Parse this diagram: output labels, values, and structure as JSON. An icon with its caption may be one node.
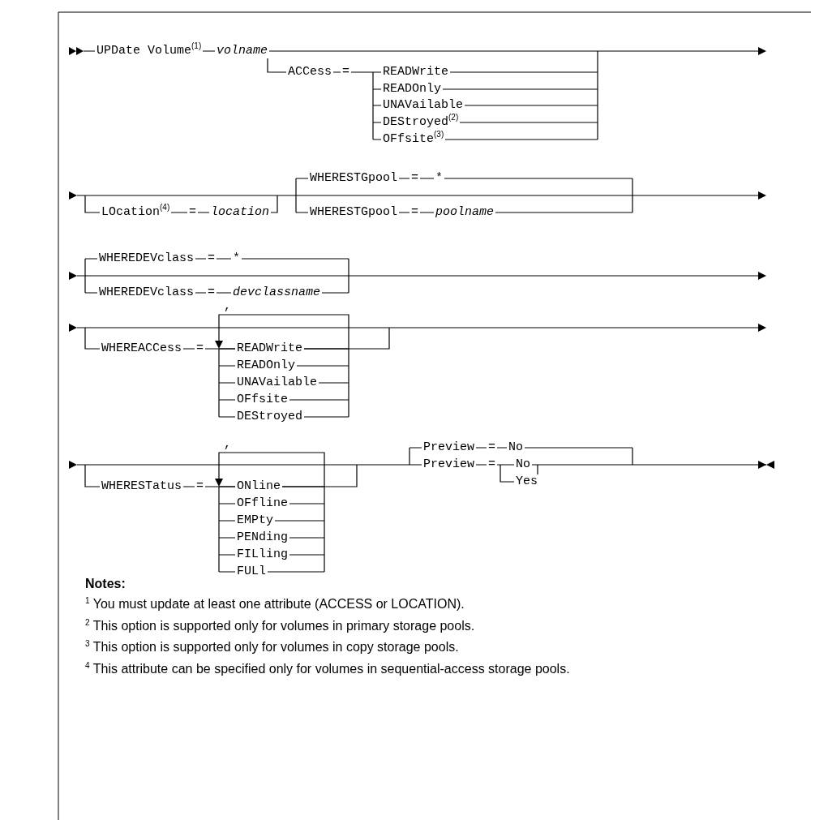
{
  "diagram": {
    "labels": [
      "UPDate Volume$^{(1)}$",
      "volname",
      "ACCess",
      "=",
      "READWrite",
      "READOnly",
      "UNAVailable",
      "DEStroyed$^{(2)}$",
      "OFfsite$^{(3)}$",
      "LOcation$^{(4)}$",
      "=",
      "location",
      "WHERESTGpool",
      "=",
      "*",
      "WHERESTGpool",
      "=",
      "poolname",
      "WHEREDEVclass",
      "=",
      "*",
      "WHEREDEVclass",
      "=",
      "devclassname",
      "WHEREACCess",
      "=",
      ",",
      "READWrite",
      "READOnly",
      "UNAVailable",
      "OFfsite",
      "DEStroyed",
      "WHERESTatus",
      "=",
      ",",
      "ONline",
      "OFfline",
      "EMPty",
      "PENding",
      "FILling",
      "FULl",
      "Preview",
      "=",
      "No",
      "Preview",
      "=",
      "No",
      "Yes",
      "Notes:",
      "$^{1}$ You must update at least one attribute (ACCESS or LOCATION).",
      "$^{2}$ This option is supported only for volumes in primary storage pools.",
      "$^{3}$ This option is supported only for volumes in copy storage pools.",
      "$^{4}$ This attribute can be specified only for volumes in sequential-access storage pools."
    ]
  }
}
